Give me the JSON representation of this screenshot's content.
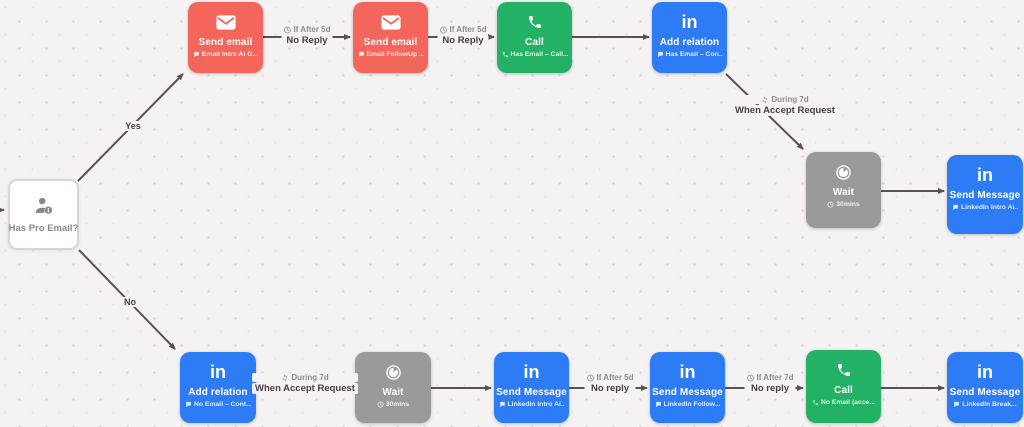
{
  "colors": {
    "email_node": "#f4655c",
    "call_node": "#23b265",
    "linkedin_node": "#2e7bf6",
    "wait_node": "#9b9a9b",
    "edge": "#5b5058",
    "canvas_background": "#f5f2f4",
    "edge_label_event_text": "#493f46",
    "edge_label_condition_text": "#8f8a8e"
  },
  "start_node": {
    "icon": "contact-condition-icon",
    "question": "Has Pro Email?"
  },
  "branches": {
    "yes": "Yes",
    "no": "No"
  },
  "nodes": [
    {
      "channel": "email",
      "icon": "envelope-icon",
      "title": "Send email",
      "subtitle_icon": "template-icon",
      "subtitle": "Email Intro Ai G..."
    },
    {
      "channel": "email",
      "icon": "envelope-icon",
      "title": "Send email",
      "subtitle_icon": "template-icon",
      "subtitle": "Email FollowUp ..."
    },
    {
      "channel": "call",
      "icon": "phone-icon",
      "title": "Call",
      "subtitle_icon": "phone-icon",
      "subtitle": "Has Email – Call..."
    },
    {
      "channel": "linkedin",
      "icon": "linkedin-icon",
      "title": "Add relation",
      "subtitle_icon": "template-icon",
      "subtitle": "Has Email – Con..."
    },
    {
      "channel": "wait",
      "icon": "timelapse-icon",
      "title": "Wait",
      "subtitle_icon": "clock-icon",
      "subtitle": "30mins"
    },
    {
      "channel": "linkedin",
      "icon": "linkedin-icon",
      "title": "Send Message",
      "subtitle_icon": "template-icon",
      "subtitle": "LinkedIn Intro Ai..."
    },
    {
      "channel": "linkedin",
      "icon": "linkedin-icon",
      "title": "Add relation",
      "subtitle_icon": "template-icon",
      "subtitle": "No Email – Cont..."
    },
    {
      "channel": "wait",
      "icon": "timelapse-icon",
      "title": "Wait",
      "subtitle_icon": "clock-icon",
      "subtitle": "30mins"
    },
    {
      "channel": "linkedin",
      "icon": "linkedin-icon",
      "title": "Send Message",
      "subtitle_icon": "template-icon",
      "subtitle": "LinkedIn Intro Ai..."
    },
    {
      "channel": "linkedin",
      "icon": "linkedin-icon",
      "title": "Send Message",
      "subtitle_icon": "template-icon",
      "subtitle": "LinkedIn Follow..."
    },
    {
      "channel": "call",
      "icon": "phone-icon",
      "title": "Call",
      "subtitle_icon": "phone-icon",
      "subtitle": "No Email (acce..."
    },
    {
      "channel": "linkedin",
      "icon": "linkedin-icon",
      "title": "Send Message",
      "subtitle_icon": "template-icon",
      "subtitle": "LinkedIn Break..."
    }
  ],
  "edge_labels": [
    {
      "icon": "clock-icon",
      "condition": "If After 5d",
      "event": "No Reply"
    },
    {
      "icon": "clock-icon",
      "condition": "If After 5d",
      "event": "No Reply"
    },
    {
      "icon": "autorenew-icon",
      "condition": "During 7d",
      "event": "When Accept Request"
    },
    {
      "icon": "autorenew-icon",
      "condition": "During 7d",
      "event": "When Accept Request"
    },
    {
      "icon": "clock-icon",
      "condition": "If After 5d",
      "event": "No reply"
    },
    {
      "icon": "clock-icon",
      "condition": "If After 7d",
      "event": "No reply"
    }
  ]
}
